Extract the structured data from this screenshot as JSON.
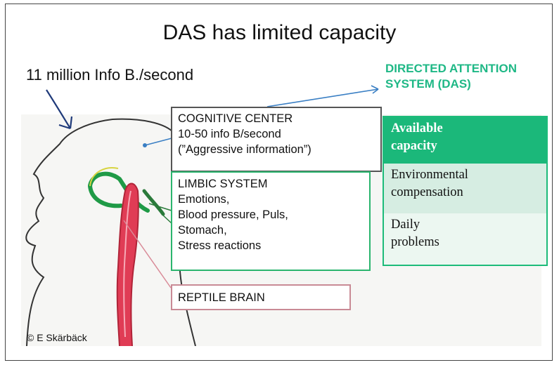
{
  "title": "DAS has limited capacity",
  "info_rate": "11 million Info B./second",
  "das_label": {
    "line1": "DIRECTED ATTENTION",
    "line2": "SYSTEM (DAS)"
  },
  "cognitive_center": {
    "line1": "COGNITIVE CENTER",
    "line2": "10-50 info B/second",
    "line3": "(”Aggressive information”)"
  },
  "limbic_system": {
    "line1": "LIMBIC SYSTEM",
    "line2": "Emotions,",
    "line3": "Blood pressure, Puls,",
    "line4": "Stomach,",
    "line5": "Stress reactions"
  },
  "reptile_brain": "REPTILE BRAIN",
  "capacity_panel": {
    "header_line1": "Available",
    "header_line2": "capacity",
    "row1_line1": "Environmental",
    "row1_line2": "compensation",
    "row2_line1": "Daily",
    "row2_line2": "problems"
  },
  "copyright": "© E Skärbäck",
  "colors": {
    "accent_green": "#1bb87a",
    "limbic_green": "#2bb56e",
    "arrow_blue": "#3a7fc4",
    "spine_red": "#e03c55",
    "reptile_border": "#c98a95"
  }
}
